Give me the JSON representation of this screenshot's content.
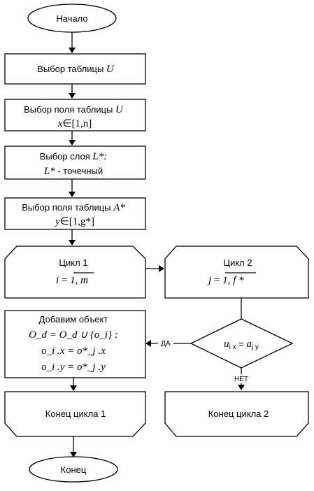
{
  "start": "Начало",
  "select_table": {
    "text": "Выбор таблицы",
    "symbol": "U"
  },
  "select_field": {
    "text": "Выбор поля таблицы",
    "symbol": "U",
    "line2_var": "x",
    "line2_op": "∈",
    "line2_range": "[1,n]"
  },
  "select_layer": {
    "text": "Выбор слоя",
    "symbol": "L*:",
    "line2_var": "L*",
    "line2_text": " - точечный"
  },
  "select_field2": {
    "text": "Выбор поля таблицы",
    "symbol": "A*",
    "line2_var": "y",
    "line2_op": "∈",
    "line2_range": "[1,g*]"
  },
  "loop1": {
    "title": "Цикл 1",
    "var": "i",
    "eq": " = ",
    "range": "1, m"
  },
  "loop2": {
    "title": "Цикл 2",
    "var": "j",
    "eq": " = ",
    "range": "1, f *"
  },
  "add_object": {
    "title": "Добавим объект",
    "line1": "O_d = O_d ∪ {o_i} :",
    "line2": "o_i .x = o*_j .x",
    "line3": "o_i .y = o*_j .y"
  },
  "condition": {
    "left": "u",
    "left_sub": "i x",
    "eq": " = ",
    "right": "a",
    "right_sub": "j y"
  },
  "yes_label": "ДА",
  "no_label": "НЕТ",
  "end_loop1": "Конец цикла 1",
  "end_loop2": "Конец цикла 2",
  "end": "Конец"
}
